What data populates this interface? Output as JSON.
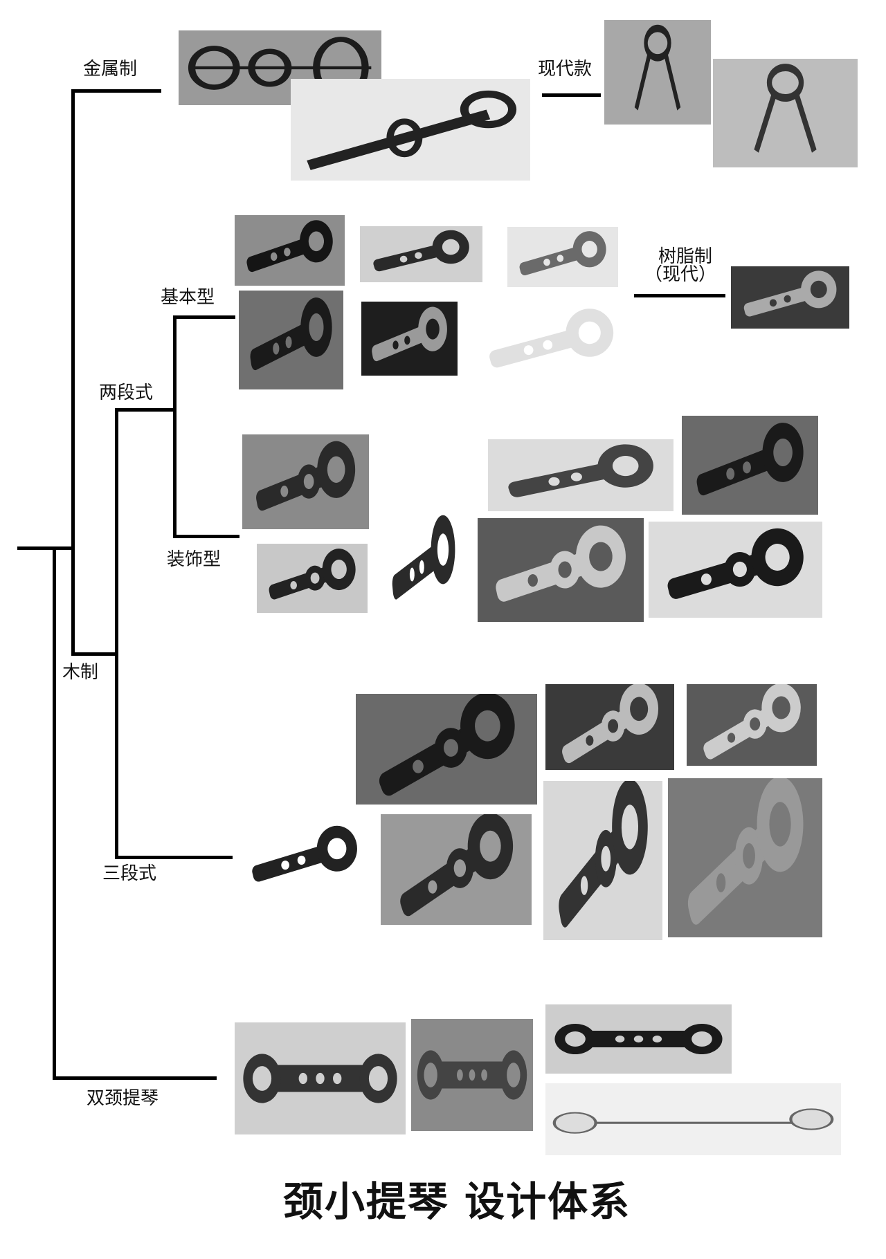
{
  "title": "颈小提琴  设计体系",
  "tree": {
    "metal": "金属制",
    "modern": "现代款",
    "wood": "木制",
    "two_part": "两段式",
    "basic": "基本型",
    "resin_line1": "树脂制",
    "resin_line2": "（现代）",
    "decorative": "装饰型",
    "three_part": "三段式",
    "double": "双颈提琴"
  }
}
